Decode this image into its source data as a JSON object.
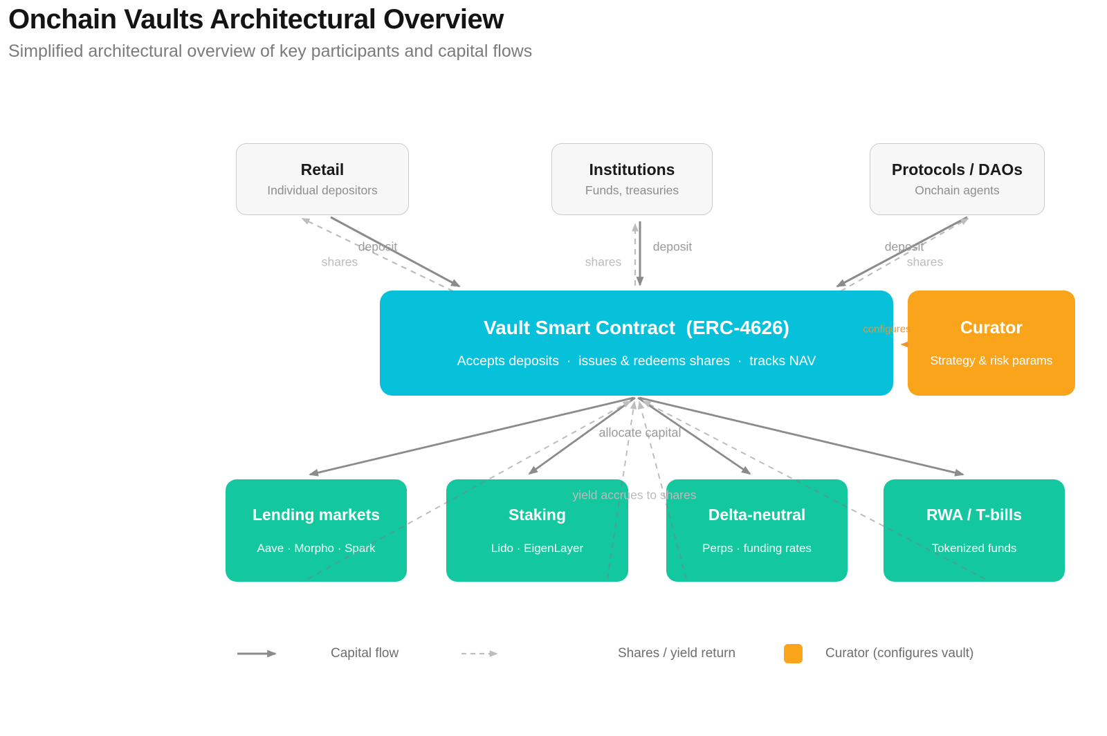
{
  "header": {
    "title": "Onchain Vaults Architectural Overview",
    "subtitle": "Simplified architectural overview of key participants and capital flows"
  },
  "nodes": {
    "retail": {
      "title": "Retail",
      "subtitle": "Individual depositors"
    },
    "institutions": {
      "title": "Institutions",
      "subtitle": "Funds, treasuries"
    },
    "protocols": {
      "title": "Protocols / DAOs",
      "subtitle": "Onchain agents"
    },
    "vault": {
      "title": "Vault Smart Contract  (ERC-4626)",
      "subtitle": "Accepts deposits  ·  issues & redeems shares  ·  tracks NAV"
    },
    "curator": {
      "title": "Curator",
      "subtitle": "Strategy & risk params"
    },
    "lending": {
      "title": "Lending markets",
      "subtitle": "Aave · Morpho · Spark"
    },
    "staking": {
      "title": "Staking",
      "subtitle": "Lido · EigenLayer"
    },
    "delta": {
      "title": "Delta-neutral",
      "subtitle": "Perps · funding rates"
    },
    "rwa": {
      "title": "RWA / T-bills",
      "subtitle": "Tokenized funds"
    }
  },
  "edge_labels": {
    "deposit": "deposit",
    "shares": "shares",
    "allocate": "allocate capital",
    "yield": "yield accrues to shares",
    "configures": "configures"
  },
  "legend": {
    "capital_flow": "Capital flow",
    "shares_return": "Shares / yield return",
    "curator": "Curator (configures vault)"
  },
  "colors": {
    "vault": "#07C0D9",
    "curator": "#F9A41B",
    "strategy": "#13C79E",
    "capital": "#8B8B8B",
    "shares": "rgba(128,128,128,0.52)",
    "configures": "#F0952C",
    "participant_bg": "#f7f7f7",
    "participant_border": "#cbcbcb"
  }
}
